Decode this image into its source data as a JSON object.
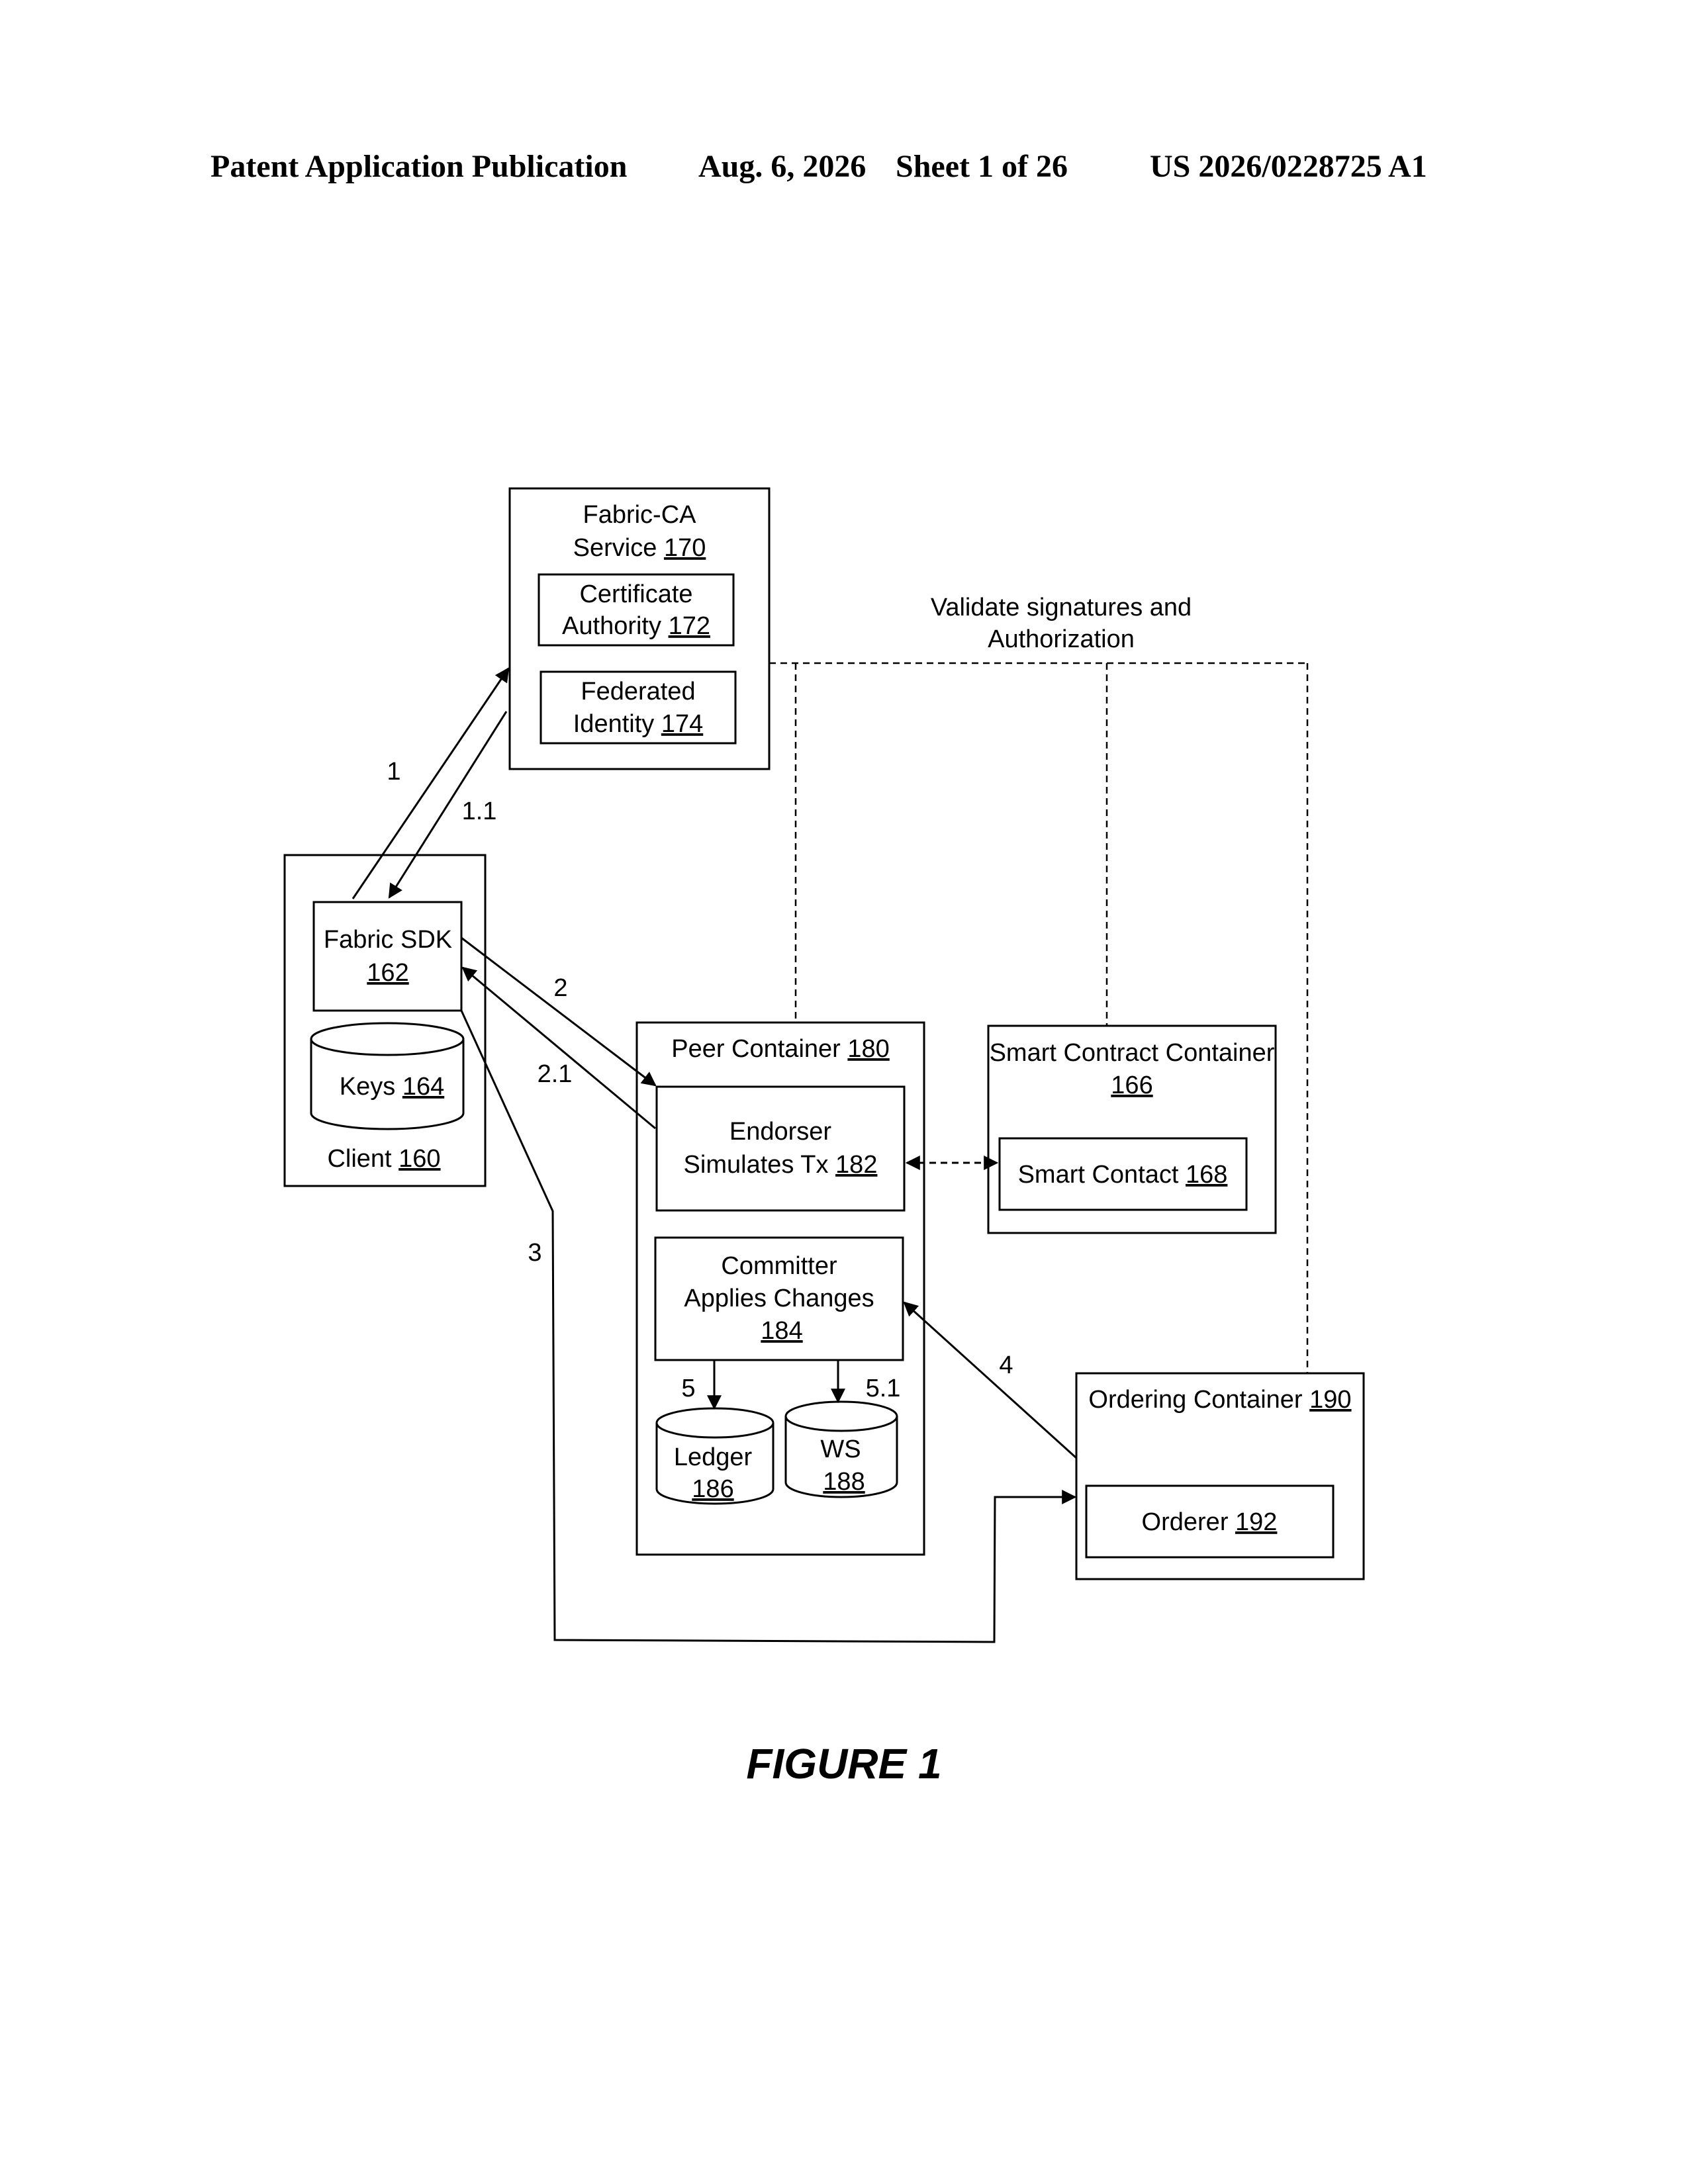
{
  "header": {
    "publication": "Patent Application Publication",
    "date": "Aug. 6, 2026",
    "sheet": "Sheet 1 of 26",
    "number": "US 2026/0228725 A1"
  },
  "figure_label": "FIGURE 1",
  "validate_note": [
    "Validate signatures and",
    "Authorization"
  ],
  "fabric_ca": {
    "line1": "Fabric-CA",
    "line2": "Service",
    "ref": "170"
  },
  "cert_authority": {
    "line1": "Certificate",
    "line2": "Authority",
    "ref": "172"
  },
  "federated": {
    "line1": "Federated",
    "line2": "Identity",
    "ref": "174"
  },
  "client": {
    "label": "Client",
    "ref": "160"
  },
  "fabric_sdk": {
    "label": "Fabric SDK",
    "ref": "162"
  },
  "keys": {
    "label": "Keys",
    "ref": "164"
  },
  "peer": {
    "label": "Peer Container",
    "ref": "180"
  },
  "endorser": {
    "line1": "Endorser",
    "line2": "Simulates Tx",
    "ref": "182"
  },
  "committer": {
    "line1": "Committer",
    "line2": "Applies Changes",
    "ref": "184"
  },
  "ledger": {
    "label": "Ledger",
    "ref": "186"
  },
  "ws": {
    "label": "WS",
    "ref": "188"
  },
  "smart_container": {
    "label": "Smart Contract Container",
    "ref": "166"
  },
  "smart_contact": {
    "label": "Smart Contact",
    "ref": "168"
  },
  "ordering": {
    "label": "Ordering Container",
    "ref": "190"
  },
  "orderer": {
    "label": "Orderer",
    "ref": "192"
  },
  "steps": [
    "1",
    "1.1",
    "2",
    "2.1",
    "3",
    "4",
    "5",
    "5.1"
  ]
}
